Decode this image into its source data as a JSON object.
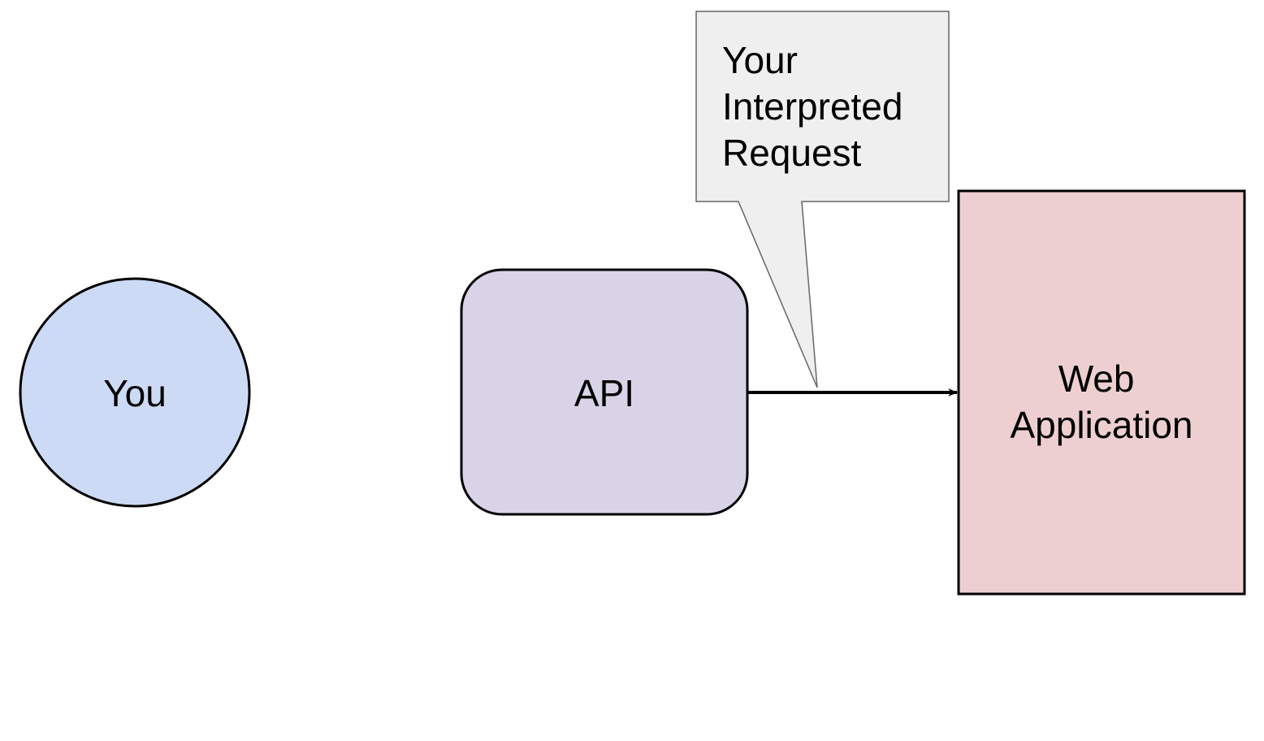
{
  "nodes": {
    "you": {
      "label": "You",
      "fill": "#cddaf5"
    },
    "api": {
      "label": "API",
      "fill": "#d9d3e8"
    },
    "web_app": {
      "label_line1": "Web",
      "label_line2": "Application",
      "fill": "#eecfcf"
    }
  },
  "callout": {
    "line1": "Your",
    "line2": "Interpreted",
    "line3": "Request",
    "fill": "#efefef",
    "stroke": "#666666"
  },
  "colors": {
    "stroke": "#000000",
    "background": "#ffffff"
  }
}
